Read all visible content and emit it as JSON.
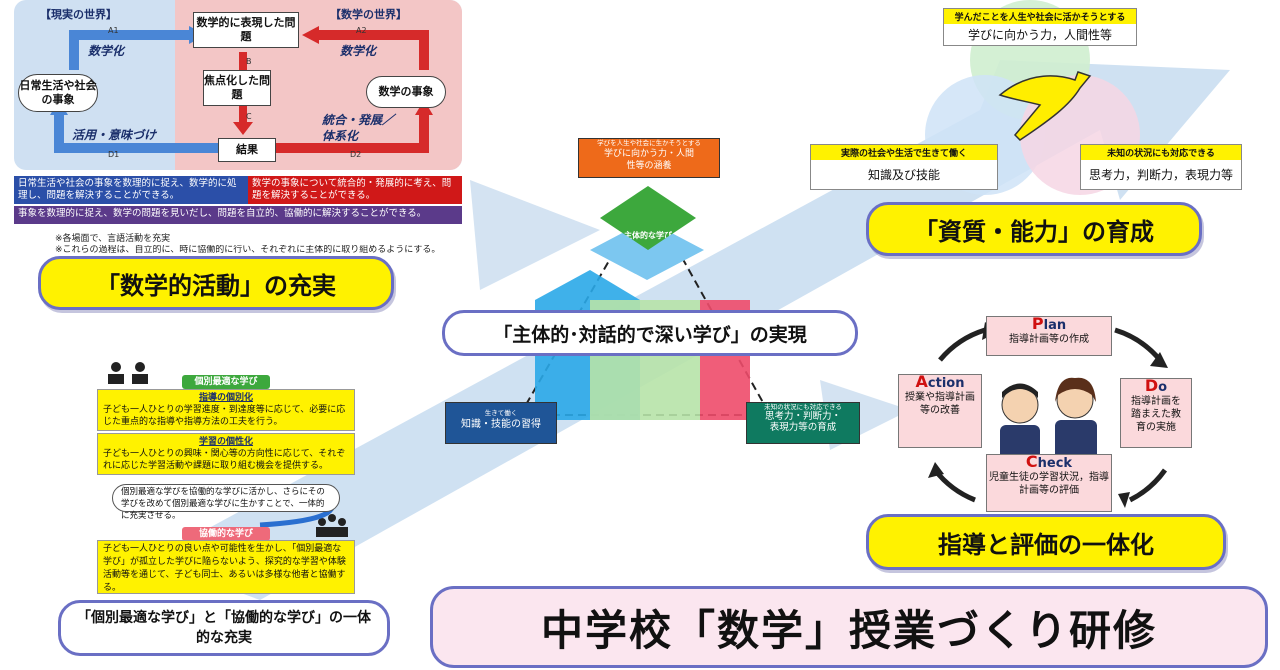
{
  "math_activity": {
    "real_world": "【現実の世界】",
    "math_world": "【数学の世界】",
    "a1": "A1",
    "a2": "A2",
    "b": "B",
    "c": "C",
    "d1": "D1",
    "d2": "D2",
    "mathematize_left": "数学化",
    "mathematize_right": "数学化",
    "math_problem": "数学的に表現した問題",
    "focused_problem": "焦点化した問題",
    "result": "結果",
    "daily_events": "日常生活や社会の事象",
    "math_events": "数学の事象",
    "apply": "活用・意味づけ",
    "integrate": "統合・発展／体系化",
    "bar_blue": "日常生活や社会の事象を数理的に捉え、数学的に処理し、問題を解決することができる。",
    "bar_red": "数学の事象について統合的・発展的に考え、問題を解決することができる。",
    "bar_purple": "事象を数理的に捉え、数学の問題を見いだし、問題を自立的、協働的に解決することができる。",
    "note1": "※各場面で、言語活動を充実",
    "note2": "※これらの過程は、自立的に、時に協働的に行い、それぞれに主体的に取り組めるようにする。",
    "pill": "「数学的活動」の充実"
  },
  "competencies": {
    "top_head": "学んだことを人生や社会に活かそうとする",
    "top_body": "学びに向かう力，人間性等",
    "left_head": "実際の社会や生活で生きて働く",
    "left_body": "知識及び技能",
    "right_head": "未知の状況にも対応できる",
    "right_body": "思考力，判断力，表現力等",
    "pill": "「資質・能力」の育成"
  },
  "center": {
    "top_small": "学びを人生や社会に生かそうとする",
    "top_big": "学びに向かう力・人間性等の涵養",
    "diamond": "主体的な学び",
    "left_small": "生きて働く",
    "left_big": "知識・技能の習得",
    "right_small": "未知の状況にも対応できる",
    "right_big": "思考力・判断力・表現力等の育成",
    "pill": "「主体的･対話的で深い学び」の実現"
  },
  "individual": {
    "tag_top": "個別最適な学び",
    "box1_title": "指導の個別化",
    "box1_body": "子ども一人ひとりの学習進度・到達度等に応じて、必要に応じた重点的な指導や指導方法の工夫を行う。",
    "box2_title": "学習の個性化",
    "box2_body": "子ども一人ひとりの興味・関心等の方向性に応じて、それぞれに応じた学習活動や課題に取り組む機会を提供する。",
    "center_text": "個別最適な学びを協働的な学びに活かし、さらにその学びを改めて個別最適な学びに生かすことで、一体的に充実させる。",
    "tag_bottom": "協働的な学び",
    "box3_body": "子ども一人ひとりの良い点や可能性を生かし、「個別最適な学び」が孤立した学びに陥らないよう、探究的な学習や体験活動等を通じて、子ども同士、あるいは多様な他者と協働する。",
    "pill": "「個別最適な学び」と「協働的な学び」の一体的な充実"
  },
  "pdca": {
    "plan_big": "P",
    "plan_rest": "lan",
    "plan_body": "指導計画等の作成",
    "do_big": "D",
    "do_rest": "o",
    "do_body": "指導計画を踏まえた教育の実施",
    "check_big": "C",
    "check_rest": "heck",
    "check_body": "児童生徒の学習状況，指導計画等の評価",
    "action_big": "A",
    "action_rest": "ction",
    "action_body": "授業や指導計画等の改善",
    "pill": "指導と評価の一体化"
  },
  "main_title": "中学校「数学」授業づくり研修"
}
